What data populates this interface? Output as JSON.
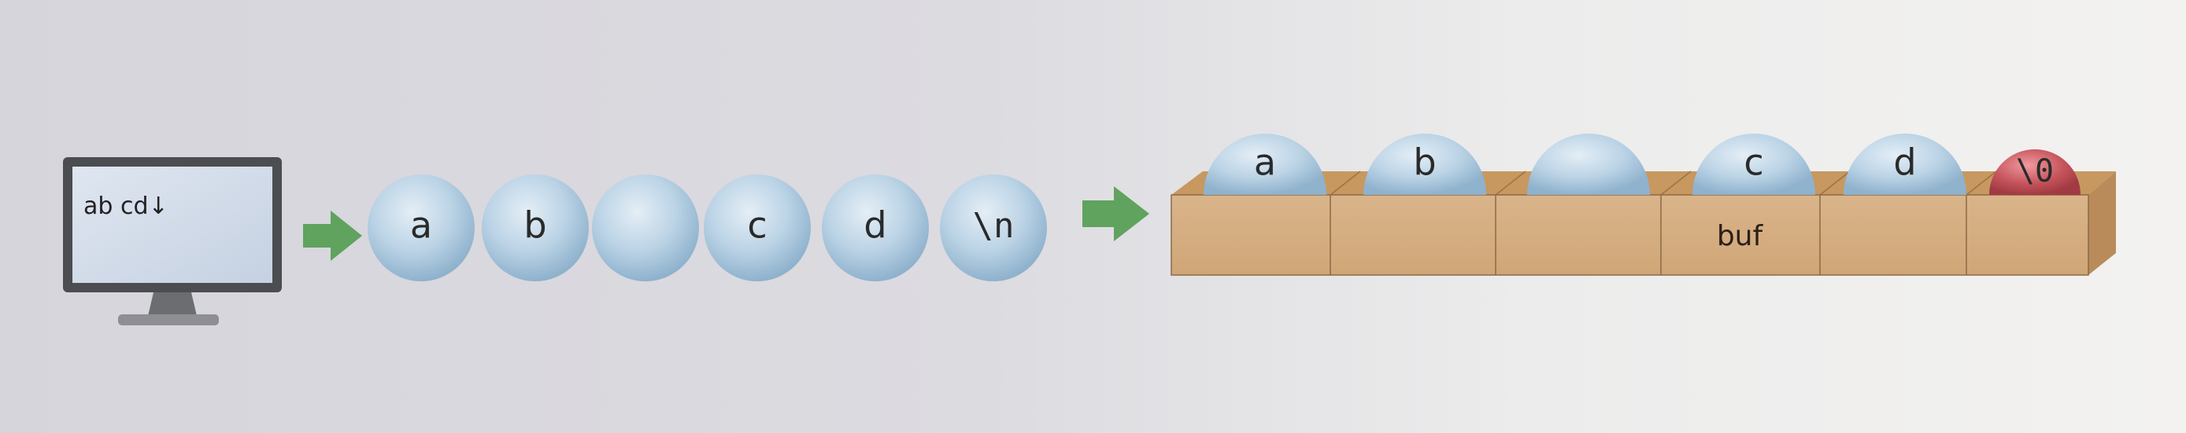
{
  "monitor": {
    "screen_text": "ab cd↓"
  },
  "stream": {
    "balls": [
      {
        "label": "a",
        "kind": "char"
      },
      {
        "label": "b",
        "kind": "char"
      },
      {
        "label": "",
        "kind": "space"
      },
      {
        "label": "c",
        "kind": "char"
      },
      {
        "label": "d",
        "kind": "char"
      },
      {
        "label": "\\n",
        "kind": "newline"
      }
    ]
  },
  "buffer": {
    "name": "buf",
    "cells": [
      {
        "label": "a",
        "kind": "char"
      },
      {
        "label": "b",
        "kind": "char"
      },
      {
        "label": "",
        "kind": "space"
      },
      {
        "label": "c",
        "kind": "char"
      },
      {
        "label": "d",
        "kind": "char"
      },
      {
        "label": "\\0",
        "kind": "null"
      }
    ]
  },
  "colors": {
    "ball": "#a9c7dd",
    "ball_highlight": "#dce9f2",
    "null_ball": "#c0525a",
    "buffer_box": "#d2ab7d",
    "buffer_box_top": "#c79a68",
    "arrow": "#5fa35f",
    "monitor_frame": "#4b4d50",
    "monitor_screen": "#c9d6e6"
  },
  "icons": [
    "monitor-icon",
    "arrow-right-icon"
  ]
}
